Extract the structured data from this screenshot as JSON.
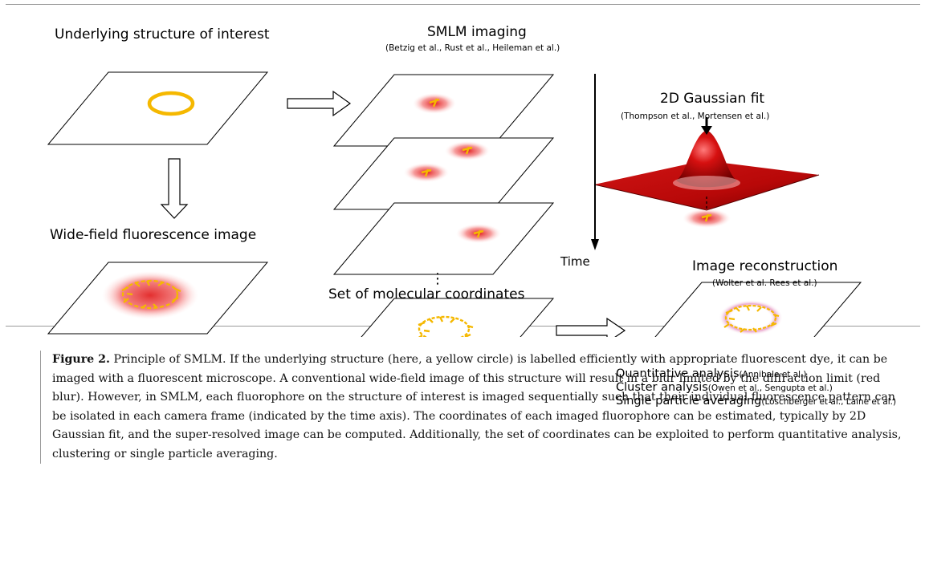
{
  "labels": {
    "underlying": "Underlying structure of interest",
    "widefield": "Wide-field fluorescence image",
    "smlm_title": "SMLM imaging",
    "smlm_ref": "(Betzig et al., Rust et al., Heileman et al.)",
    "gauss_title": "2D Gaussian fit",
    "gauss_ref": "(Thompson et al., Mortensen et al.)",
    "time": "Time",
    "dots": "⋮",
    "coords": "Set of molecular coordinates",
    "recon_title": "Image reconstruction",
    "recon_ref": "(Wolter et al. Rees et al.)"
  },
  "analyses": [
    {
      "name": "Quantitative analysis",
      "ref": "(Annibale et al.)"
    },
    {
      "name": "Cluster analysis",
      "ref": "(Owen et al., Sengupta et al.)"
    },
    {
      "name": "Single particle averaging",
      "ref": "(Löschberger et al., Laine et al.)"
    }
  ],
  "caption": {
    "label": "Figure 2.",
    "text": "Principle of SMLM. If the underlying structure (here, a yellow circle) is labelled efficiently with appropriate fluorescent dye, it can be imaged with a fluorescent microscope. A conventional wide-field image of this structure will result in a blur limited by the diffraction limit (red blur). However, in SMLM, each fluorophore on the structure of interest is imaged sequentially such that their individual fluorescence pattern can be isolated in each camera frame (indicated by the time axis). The coordinates of each imaged fluorophore can be estimated, typically by 2D Gaussian fit, and the super-resolved image can be computed. Additionally, the set of coordinates can be exploited to perform quantitative analysis, clustering or single particle averaging."
  },
  "colors": {
    "yellow": "#f5b800",
    "red": "#e01010",
    "dark_red": "#8e0000"
  }
}
